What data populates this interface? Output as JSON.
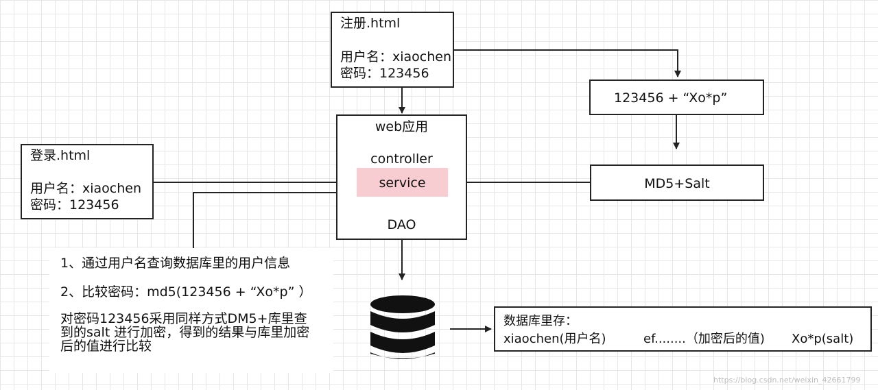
{
  "register": {
    "title": "注册.html",
    "username": "用户名：xiaochen",
    "password": "密码：123456"
  },
  "login": {
    "title": "登录.html",
    "username": "用户名：xiaochen",
    "password": "密码：123456"
  },
  "webapp": {
    "title": "web应用",
    "controller": "controller",
    "service": "service",
    "dao": "DAO"
  },
  "salt_concat": "123456 + “Xo*p”",
  "md5_salt": "MD5+Salt",
  "notes": {
    "line1": "1、通过用户名查询数据库里的用户信息",
    "line2": "2、比较密码：md5(123456 + “Xo*p” ）",
    "line3a": "对密码123456采用同样方式DM5+库里查",
    "line3b": "到的salt 进行加密，得到的结果与库里加密",
    "line3c": "后的值进行比较"
  },
  "db_store": {
    "title": "数据库里存：",
    "username": "xiaochen(用户名)",
    "hash": "ef........（加密后的值)",
    "salt": "Xo*p(salt)"
  },
  "watermark": "https://blog.csdn.net/weixin_42661799",
  "icons": {
    "database": "database-icon"
  },
  "colors": {
    "service_highlight": "#f8cdd1",
    "stroke": "#222222"
  }
}
